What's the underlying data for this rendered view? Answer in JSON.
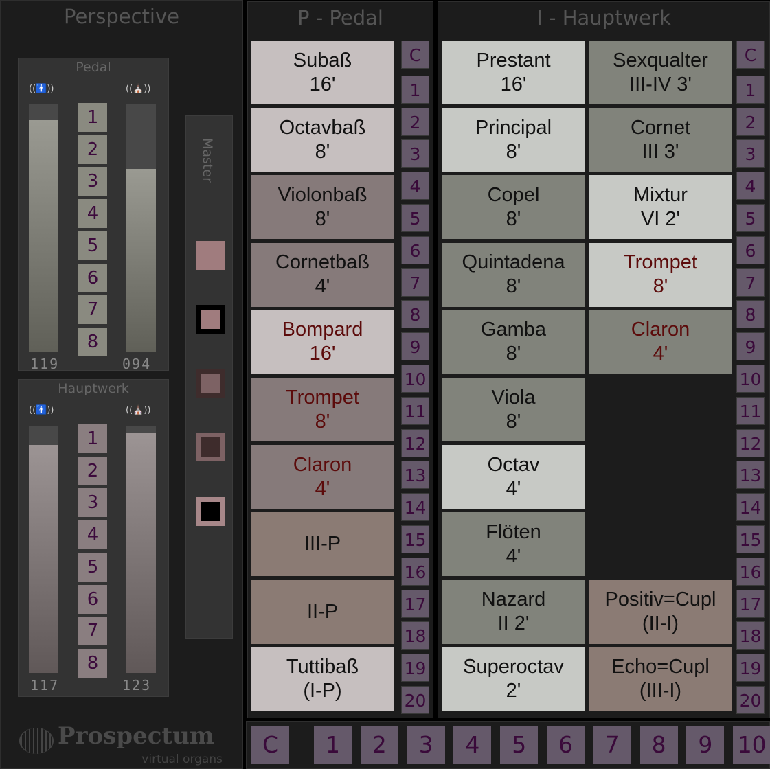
{
  "colors": {
    "light_pedal": "#c6bfbf",
    "dark_pedal": "#867a7a",
    "coupler": "#8b7b74",
    "light_hw": "#c7c9c5",
    "dark_hw": "#81837b",
    "red_text": "#5c0b0b"
  },
  "perspective": {
    "title": "Perspective",
    "pedal": {
      "title": "Pedal",
      "near_icon": "person-speaker-icon",
      "far_icon": "church-speaker-icon",
      "near_value": "119",
      "far_value": "094",
      "near_level": 119,
      "far_level": 94,
      "max": 127,
      "buttons": [
        "1",
        "2",
        "3",
        "4",
        "5",
        "6",
        "7",
        "8"
      ]
    },
    "hauptwerk": {
      "title": "Hauptwerk",
      "near_icon": "person-speaker-icon",
      "far_icon": "church-speaker-icon",
      "near_value": "117",
      "far_value": "123",
      "near_level": 117,
      "far_level": 123,
      "max": 127,
      "buttons": [
        "1",
        "2",
        "3",
        "4",
        "5",
        "6",
        "7",
        "8"
      ]
    },
    "master": {
      "title": "Master"
    }
  },
  "logo": {
    "name": "Prospectum",
    "tagline": "virtual organs"
  },
  "pedal_division": {
    "title": "P - Pedal",
    "stops": [
      {
        "name": "Subaß",
        "pitch": "16'",
        "style": "light_pedal",
        "red": false
      },
      {
        "name": "Octavbaß",
        "pitch": "8'",
        "style": "light_pedal",
        "red": false
      },
      {
        "name": "Violonbaß",
        "pitch": "8'",
        "style": "dark_pedal",
        "red": false
      },
      {
        "name": "Cornetbaß",
        "pitch": "4'",
        "style": "dark_pedal",
        "red": false
      },
      {
        "name": "Bompard",
        "pitch": "16'",
        "style": "light_pedal",
        "red": true
      },
      {
        "name": "Trompet",
        "pitch": "8'",
        "style": "dark_pedal",
        "red": true
      },
      {
        "name": "Claron",
        "pitch": "4'",
        "style": "dark_pedal",
        "red": true
      },
      {
        "name": "III-P",
        "pitch": "",
        "style": "coupler",
        "red": false
      },
      {
        "name": "II-P",
        "pitch": "",
        "style": "coupler",
        "red": false
      },
      {
        "name": "Tuttibaß",
        "pitch": "(I-P)",
        "style": "light_pedal",
        "red": false
      }
    ],
    "combination_buttons": [
      "C",
      "1",
      "2",
      "3",
      "4",
      "5",
      "6",
      "7",
      "8",
      "9",
      "10",
      "11",
      "12",
      "13",
      "14",
      "15",
      "16",
      "17",
      "18",
      "19",
      "20"
    ]
  },
  "hauptwerk_division": {
    "title": "I - Hauptwerk",
    "stops_col1": [
      {
        "name": "Prestant",
        "pitch": "16'",
        "style": "light_hw",
        "red": false
      },
      {
        "name": "Principal",
        "pitch": "8'",
        "style": "light_hw",
        "red": false
      },
      {
        "name": "Copel",
        "pitch": "8'",
        "style": "dark_hw",
        "red": false
      },
      {
        "name": "Quintadena",
        "pitch": "8'",
        "style": "dark_hw",
        "red": false
      },
      {
        "name": "Gamba",
        "pitch": "8'",
        "style": "dark_hw",
        "red": false
      },
      {
        "name": "Viola",
        "pitch": "8'",
        "style": "dark_hw",
        "red": false
      },
      {
        "name": "Octav",
        "pitch": "4'",
        "style": "light_hw",
        "red": false
      },
      {
        "name": "Flöten",
        "pitch": "4'",
        "style": "dark_hw",
        "red": false
      },
      {
        "name": "Nazard",
        "pitch": "II 2'",
        "style": "dark_hw",
        "red": false
      },
      {
        "name": "Superoctav",
        "pitch": "2'",
        "style": "light_hw",
        "red": false
      }
    ],
    "stops_col2": [
      {
        "name": "Sexqualter",
        "pitch": "III-IV 3'",
        "style": "dark_hw",
        "red": false
      },
      {
        "name": "Cornet",
        "pitch": "III 3'",
        "style": "dark_hw",
        "red": false
      },
      {
        "name": "Mixtur",
        "pitch": "VI 2'",
        "style": "light_hw",
        "red": false
      },
      {
        "name": "Trompet",
        "pitch": "8'",
        "style": "light_hw",
        "red": true
      },
      {
        "name": "Claron",
        "pitch": "4'",
        "style": "dark_hw",
        "red": true
      },
      null,
      null,
      null,
      {
        "name": "Positiv=Cupl",
        "pitch": "(II-I)",
        "style": "coupler",
        "red": false
      },
      {
        "name": "Echo=Cupl",
        "pitch": "(III-I)",
        "style": "coupler",
        "red": false
      }
    ],
    "combination_buttons": [
      "C",
      "1",
      "2",
      "3",
      "4",
      "5",
      "6",
      "7",
      "8",
      "9",
      "10",
      "11",
      "12",
      "13",
      "14",
      "15",
      "16",
      "17",
      "18",
      "19",
      "20"
    ]
  },
  "general_combinations": [
    "C",
    "1",
    "2",
    "3",
    "4",
    "5",
    "6",
    "7",
    "8",
    "9",
    "10"
  ]
}
